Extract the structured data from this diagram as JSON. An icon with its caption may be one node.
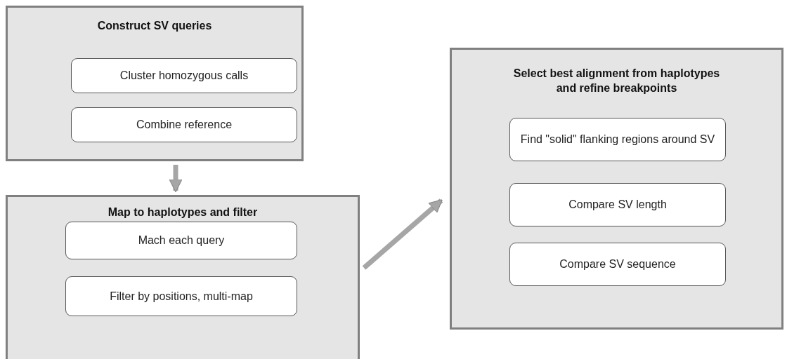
{
  "diagram": {
    "nodes": [
      {
        "text": [
          "Construct SV queries"
        ]
      },
      {
        "text": [
          "Cluster homozygous calls"
        ],
        "in": 0
      },
      {
        "text": [
          "Combine reference"
        ],
        "in": 0
      },
      {
        "text": [
          "Map to haplotypes and filter"
        ]
      },
      {
        "text": [
          "Mach each query"
        ],
        "in": 3
      },
      {
        "text": [
          "Filter by positions, multi-map"
        ],
        "in": 3
      },
      {
        "text": [
          "Select best alignment from haplotypes and refine breakpoints"
        ]
      },
      {
        "text": [
          "Find \"solid\" flanking regions around SV"
        ],
        "in": 6
      },
      {
        "text": [
          "Compare SV length"
        ],
        "in": 6
      },
      {
        "text": [
          "Compare SV sequence"
        ],
        "in": 6
      }
    ],
    "edges": [
      {
        "from": 0,
        "to": 3,
        "arrow": "to"
      },
      {
        "from": 3,
        "to": 6,
        "arrow": "to"
      }
    ]
  }
}
